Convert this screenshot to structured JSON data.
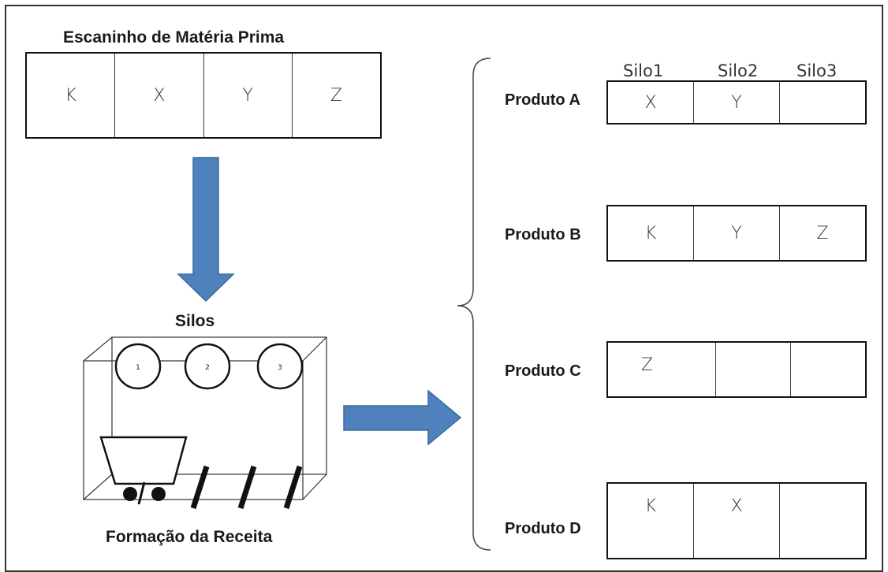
{
  "raw_material": {
    "title": "Escaninho de Matéria Prima",
    "cells": [
      "K",
      "X",
      "Y",
      "Z"
    ]
  },
  "silos": {
    "title": "Silos",
    "numbers": [
      "1",
      "2",
      "3"
    ]
  },
  "recipe": {
    "title": "Formação da Receita"
  },
  "silo_headers": [
    "Silo1",
    "Silo2",
    "Silo3"
  ],
  "products": [
    {
      "label": "Produto A",
      "cells": [
        "X",
        "Y",
        ""
      ]
    },
    {
      "label": "Produto B",
      "cells": [
        "K",
        "Y",
        "Z"
      ]
    },
    {
      "label": "Produto C",
      "cells": [
        "Z",
        "",
        ""
      ]
    },
    {
      "label": "Produto D",
      "cells": [
        "K",
        "X",
        ""
      ]
    }
  ],
  "colors": {
    "arrow_fill": "#4f81bd",
    "arrow_stroke": "#3a6a9e"
  }
}
